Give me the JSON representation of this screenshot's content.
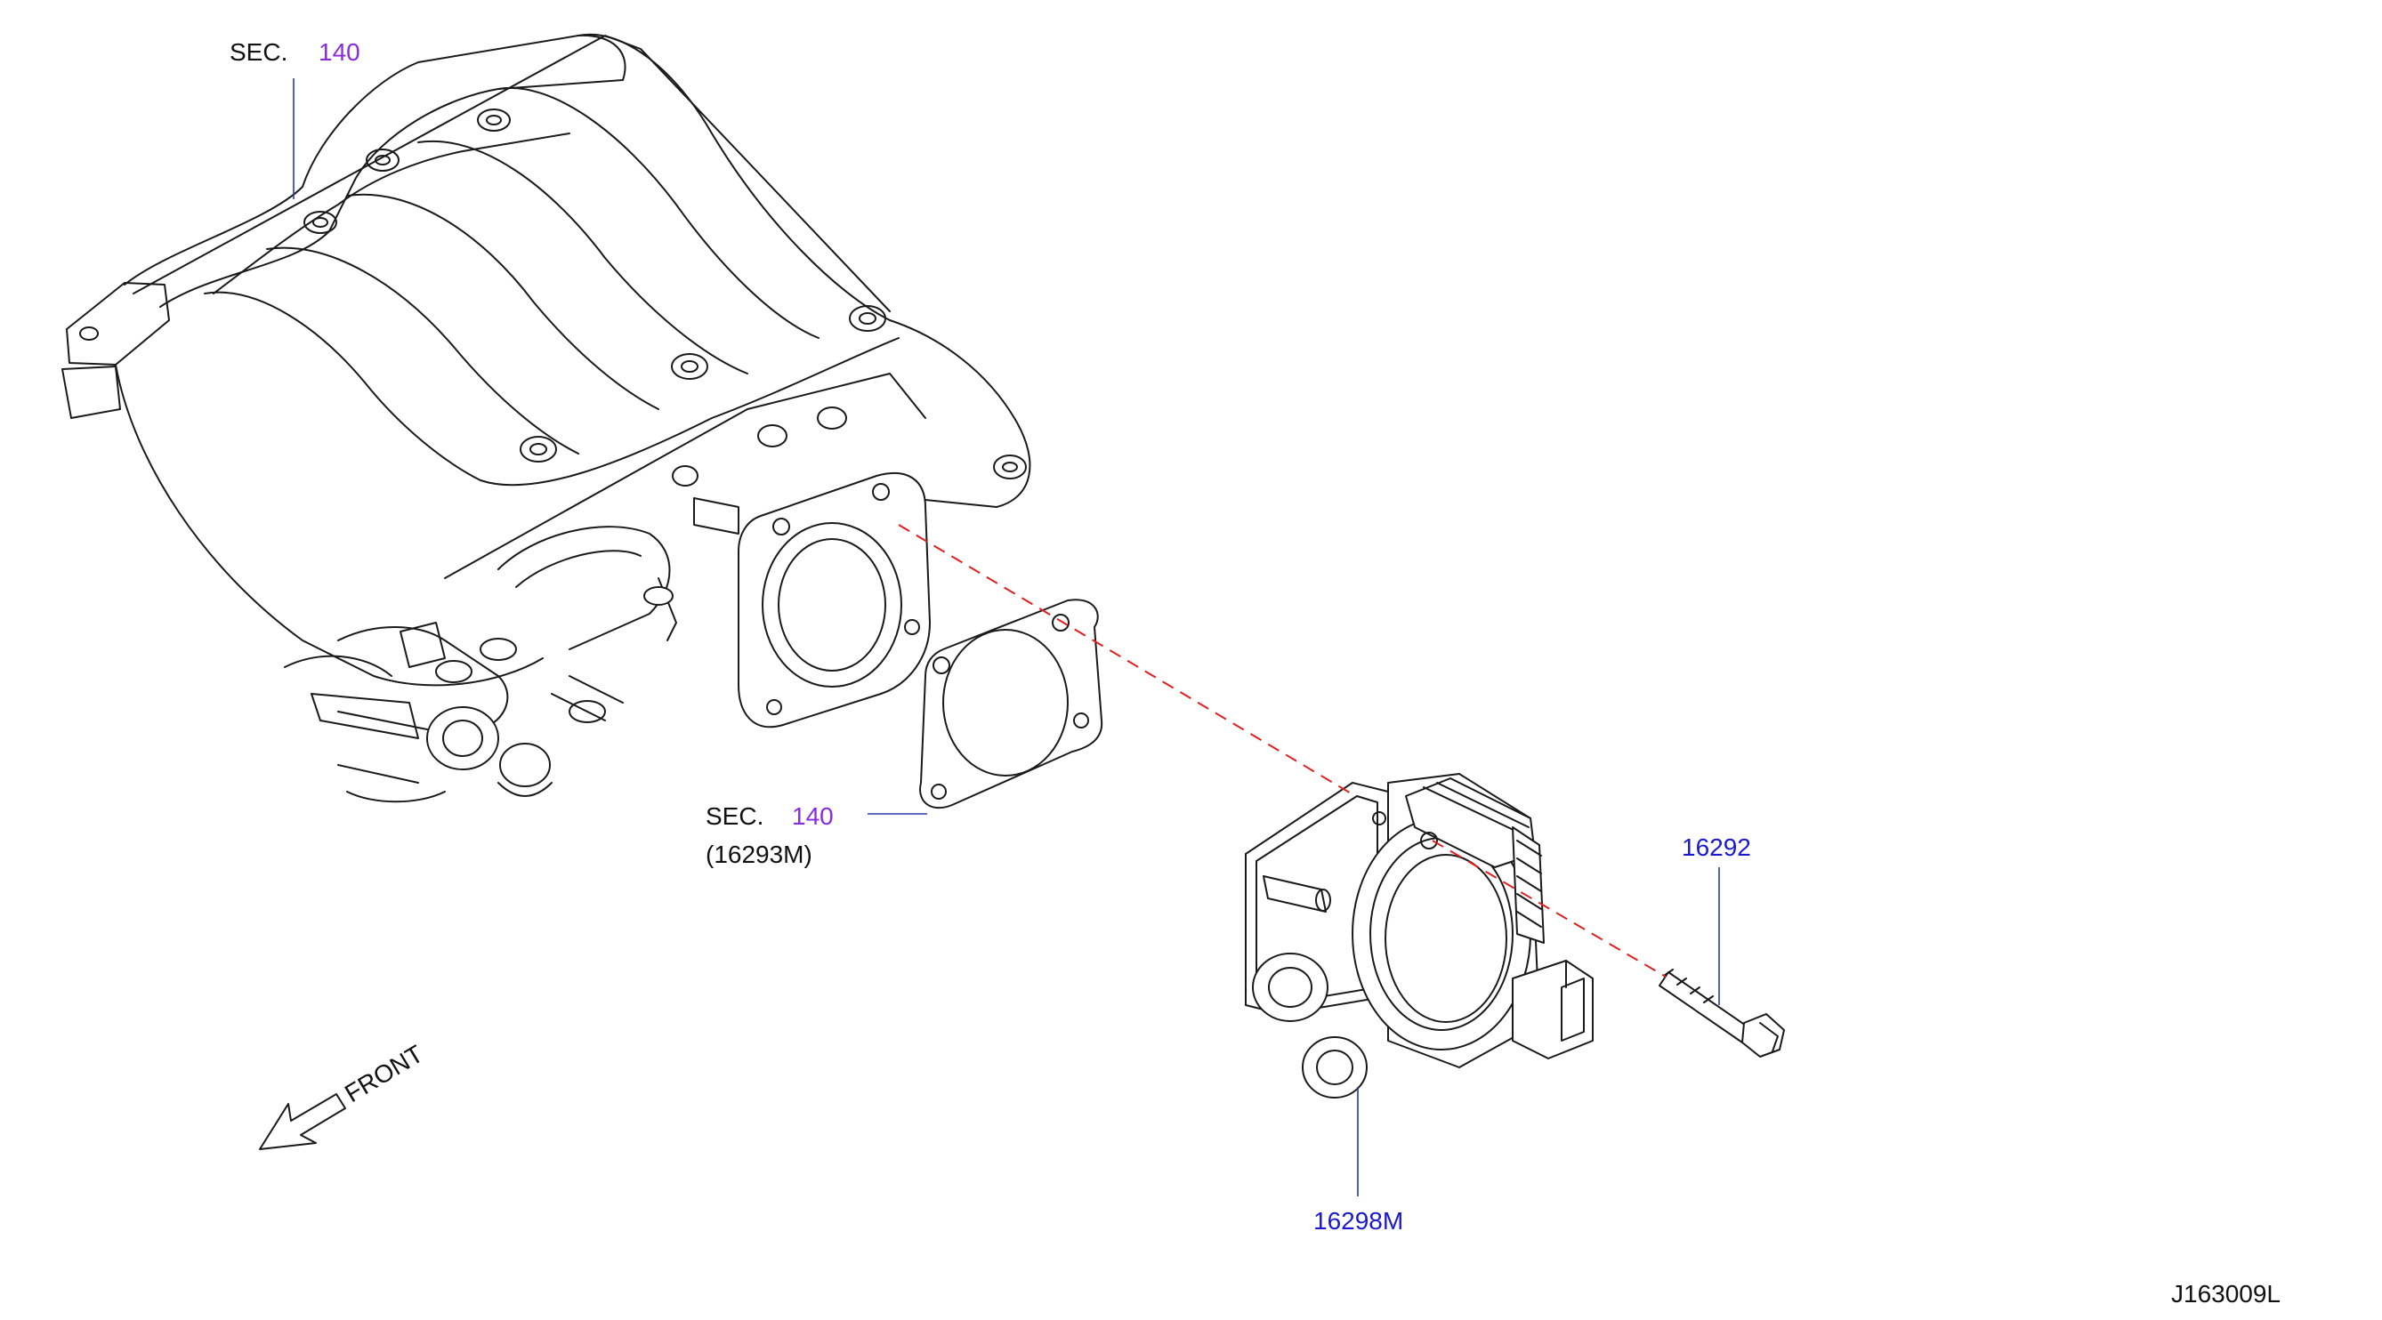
{
  "labels": {
    "manifold_sec_prefix": "SEC.",
    "manifold_sec_number": "140",
    "gasket_sec_prefix": "SEC.",
    "gasket_sec_number": "140",
    "gasket_part": "(16293M)",
    "bolt_part": "16292",
    "throttle_body_part": "16298M",
    "front_label": "FRONT",
    "diagram_code": "J163009L"
  },
  "colors": {
    "sec_number": "#8a2be2",
    "part_number": "#1a1acc",
    "leader_line": "#2a3aa8",
    "alignment_line": "#e02020",
    "drawing": "#1a1a1a"
  }
}
